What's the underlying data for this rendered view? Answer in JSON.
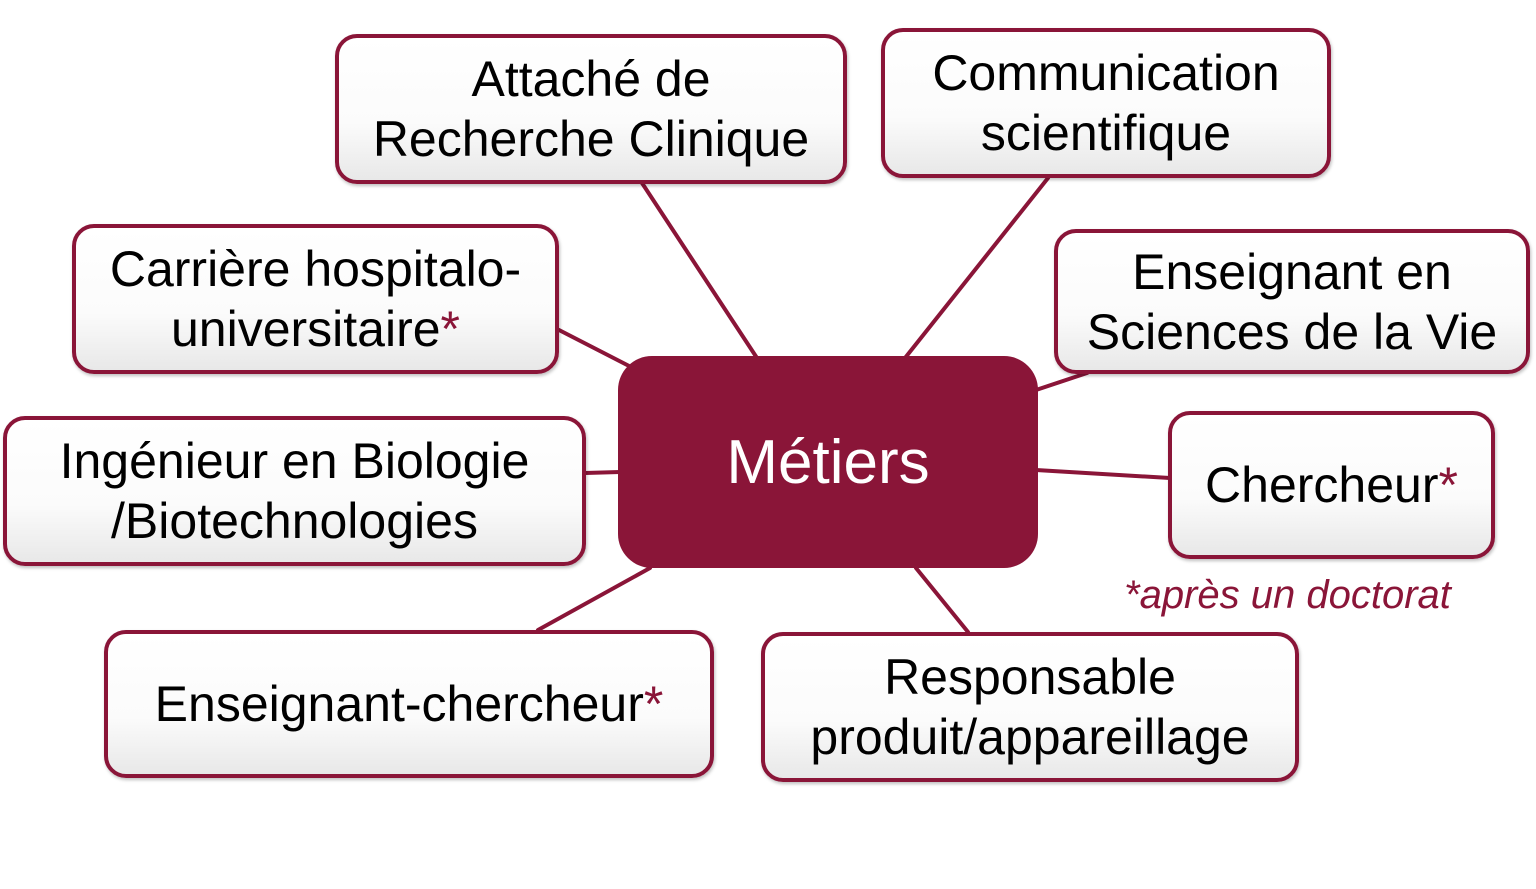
{
  "center": {
    "label": "Métiers"
  },
  "nodes": {
    "arc": {
      "line1": "Attaché de",
      "line2": "Recherche Clinique"
    },
    "communication": {
      "line1": "Communication",
      "line2": "scientifique"
    },
    "hospitalo": {
      "line1": "Carrière hospitalo-",
      "line2": "universitaire",
      "star": "*"
    },
    "enseignant": {
      "line1": "Enseignant en",
      "line2": "Sciences de la Vie"
    },
    "ingenieur": {
      "line1": "Ingénieur en Biologie",
      "line2": "/Biotechnologies"
    },
    "chercheur": {
      "line1": "Chercheur",
      "star": "*"
    },
    "ens_chercheur": {
      "line1": "Enseignant-chercheur",
      "star": "*"
    },
    "responsable": {
      "line1": "Responsable",
      "line2": "produit/appareillage"
    }
  },
  "footnote": "*après un doctorat",
  "colors": {
    "accent": "#8a1538",
    "text": "#000000",
    "center_text": "#ffffff"
  }
}
